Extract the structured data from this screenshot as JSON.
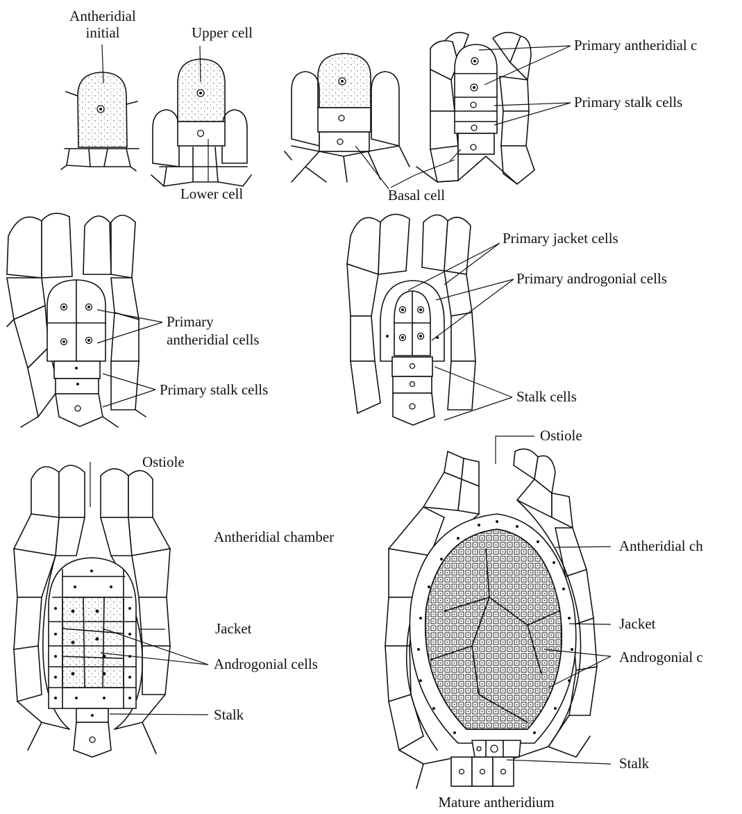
{
  "labels": {
    "antheridial_initial": [
      "Antheridial",
      "initial"
    ],
    "upper_cell": "Upper cell",
    "lower_cell": "Lower cell",
    "basal_cell": "Basal cell",
    "primary_antheridial_top": "Primary antheridial c",
    "primary_stalk_cells_top": "Primary stalk cells",
    "primary_antheridial_cells": [
      "Primary",
      "antheridial cells"
    ],
    "primary_stalk_cells_mid": "Primary stalk cells",
    "primary_jacket_cells": "Primary jacket cells",
    "primary_androgonial_cells": "Primary androgonial cells",
    "stalk_cells": "Stalk cells",
    "ostiole_left": "Ostiole",
    "antheridial_chamber_left": "Antheridial chamber",
    "jacket_left": "Jacket",
    "androgonial_cells_left": "Androgonial cells",
    "stalk_left": "Stalk",
    "ostiole_right": "Ostiole",
    "antheridial_chamber_right": "Antheridial ch",
    "jacket_right": "Jacket",
    "androgonial_right": "Androgonial c",
    "stalk_right": "Stalk",
    "mature_antheridium": "Mature antheridium"
  }
}
